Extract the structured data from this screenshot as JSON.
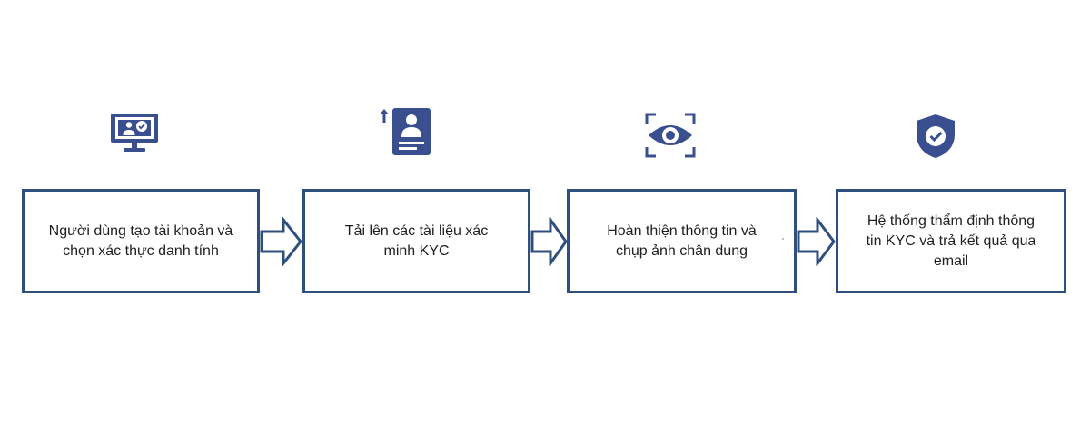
{
  "colors": {
    "icon": "#3a4f8f",
    "box_border": "#2f4f7e",
    "text": "#1f1f1f"
  },
  "steps": [
    {
      "icon": "monitor-user-check-icon",
      "text": "Người dùng tạo tài khoản và chọn xác thực danh tính"
    },
    {
      "icon": "upload-id-card-icon",
      "text": "Tải lên các tài liệu xác minh KYC"
    },
    {
      "icon": "eye-scan-icon",
      "text": "Hoàn thiện thông tin và chụp ảnh chân dung"
    },
    {
      "icon": "shield-check-icon",
      "text": "Hệ thống thẩm định thông tin KYC và trả kết quả qua email"
    }
  ]
}
